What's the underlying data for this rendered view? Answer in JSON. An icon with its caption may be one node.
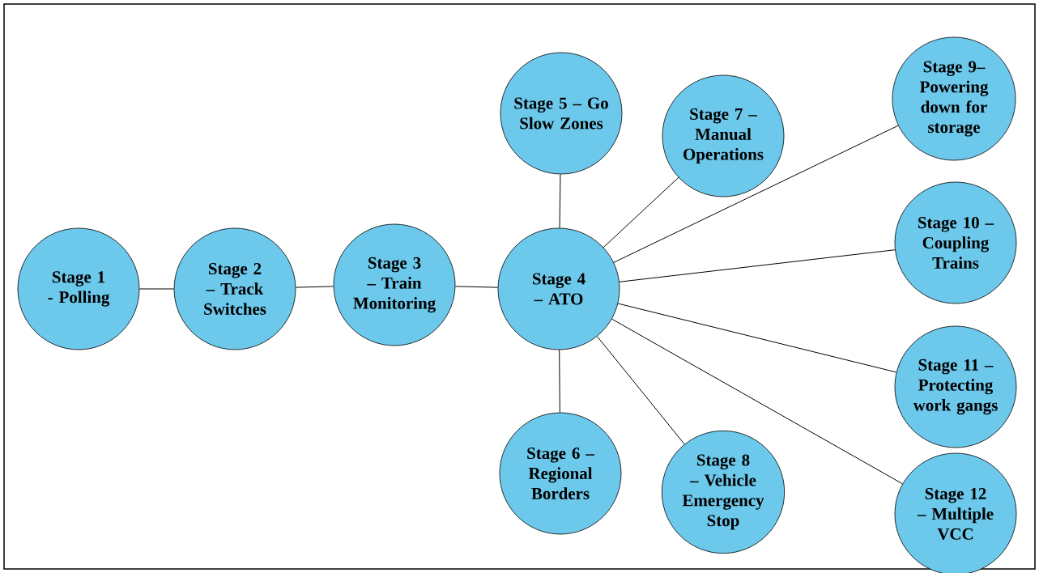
{
  "diagram": {
    "nodes": [
      {
        "text": [
          "Stage 1 - Polling"
        ]
      },
      {
        "text": [
          "Stage 2 – Track Switches"
        ]
      },
      {
        "text": [
          "Stage 3 – Train Monitoring"
        ]
      },
      {
        "text": [
          "Stage 4 – ATO"
        ]
      },
      {
        "text": [
          "Stage 5 – Go Slow Zones"
        ]
      },
      {
        "text": [
          "Stage 6 – Regional Borders"
        ]
      },
      {
        "text": [
          "Stage 7 – Manual Operations"
        ]
      },
      {
        "text": [
          "Stage 8 – Vehicle Emergency Stop"
        ]
      },
      {
        "text": [
          "Stage 9– Powering down for storage"
        ]
      },
      {
        "text": [
          "Stage 10 – Coupling Trains"
        ]
      },
      {
        "text": [
          "Stage 11 – Protecting work gangs"
        ]
      },
      {
        "text": [
          "Stage 12 – Multiple VCC"
        ]
      }
    ],
    "edges": [
      {
        "from": 0,
        "to": 1,
        "arrow": "none"
      },
      {
        "from": 1,
        "to": 2,
        "arrow": "none"
      },
      {
        "from": 2,
        "to": 3,
        "arrow": "none"
      },
      {
        "from": 3,
        "to": 4,
        "arrow": "none"
      },
      {
        "from": 3,
        "to": 5,
        "arrow": "none"
      },
      {
        "from": 3,
        "to": 6,
        "arrow": "none"
      },
      {
        "from": 3,
        "to": 7,
        "arrow": "none"
      },
      {
        "from": 3,
        "to": 8,
        "arrow": "none"
      },
      {
        "from": 3,
        "to": 9,
        "arrow": "none"
      },
      {
        "from": 3,
        "to": 10,
        "arrow": "none"
      },
      {
        "from": 3,
        "to": 11,
        "arrow": "none"
      }
    ]
  }
}
